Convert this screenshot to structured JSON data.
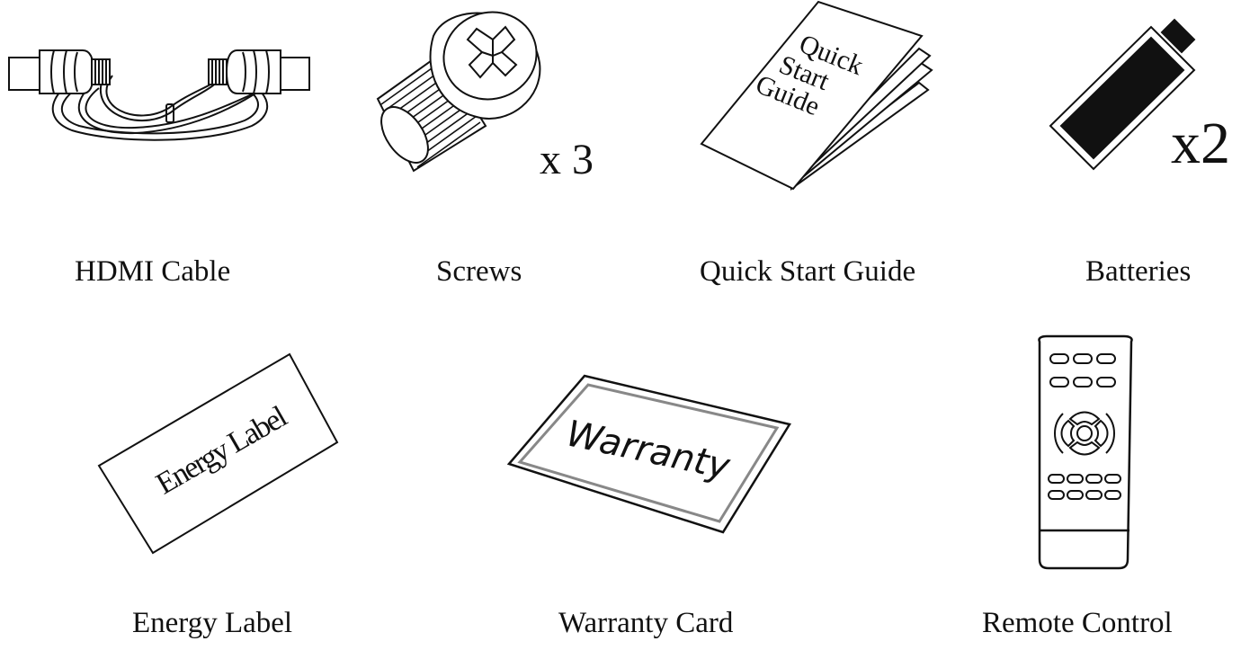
{
  "items": [
    {
      "key": "hdmi",
      "caption": "HDMI Cable",
      "icon": "hdmi-cable-icon"
    },
    {
      "key": "screws",
      "caption": "Screws",
      "quantity": "x 3",
      "icon": "screw-icon"
    },
    {
      "key": "guide",
      "caption": "Quick Start Guide",
      "icon": "quick-start-guide-icon",
      "cover_text": [
        "Quick",
        "Start",
        "Guide"
      ]
    },
    {
      "key": "batteries",
      "caption": "Batteries",
      "quantity": "x2",
      "icon": "battery-icon"
    },
    {
      "key": "energy",
      "caption": "Energy Label",
      "icon": "energy-label-icon",
      "card_text": "Energy Label"
    },
    {
      "key": "warranty",
      "caption": "Warranty Card",
      "icon": "warranty-card-icon",
      "card_text": "Warranty"
    },
    {
      "key": "remote",
      "caption": "Remote Control",
      "icon": "remote-control-icon"
    }
  ],
  "colors": {
    "ink": "#111111",
    "background": "#ffffff"
  }
}
